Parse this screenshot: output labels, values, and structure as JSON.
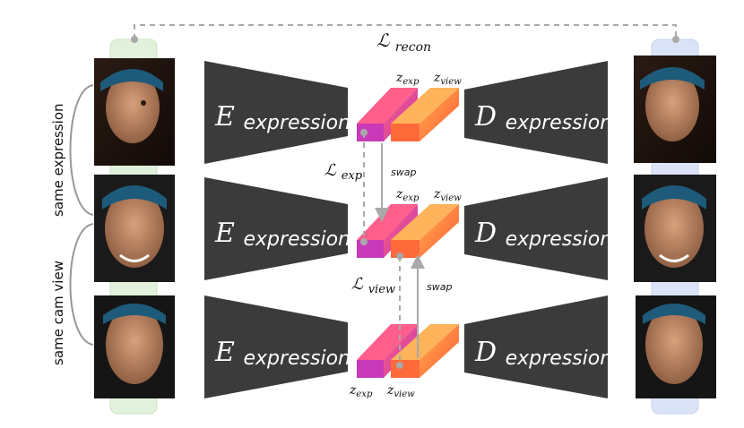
{
  "loss_recon": {
    "base": "ℒ",
    "sub": "recon"
  },
  "loss_exp": {
    "base": "ℒ",
    "sub": "exp"
  },
  "loss_view": {
    "base": "ℒ",
    "sub": "view"
  },
  "swap_label": "swap",
  "encoder_label": {
    "base": "E",
    "sub": "expression"
  },
  "decoder_label": {
    "base": "D",
    "sub": "expression"
  },
  "z_exp": {
    "base": "z",
    "sub": "exp"
  },
  "z_view": {
    "base": "z",
    "sub": "view"
  },
  "side_labels": {
    "same_expression": "same expression",
    "same_cam_view": "same cam view"
  },
  "colors": {
    "encoder": "#3b3b3b",
    "left_strip": "#dff0d8",
    "right_strip": "#d8e2f5",
    "z_exp_top": "#f5459a",
    "z_exp_bottom": "#b03ab8",
    "z_view_top": "#ffa24a",
    "z_view_bottom": "#ff6a3a",
    "dashed": "#a9a9a9"
  },
  "icons": {
    "face_photo": "face-photo",
    "connector_dot": "connector-dot"
  }
}
